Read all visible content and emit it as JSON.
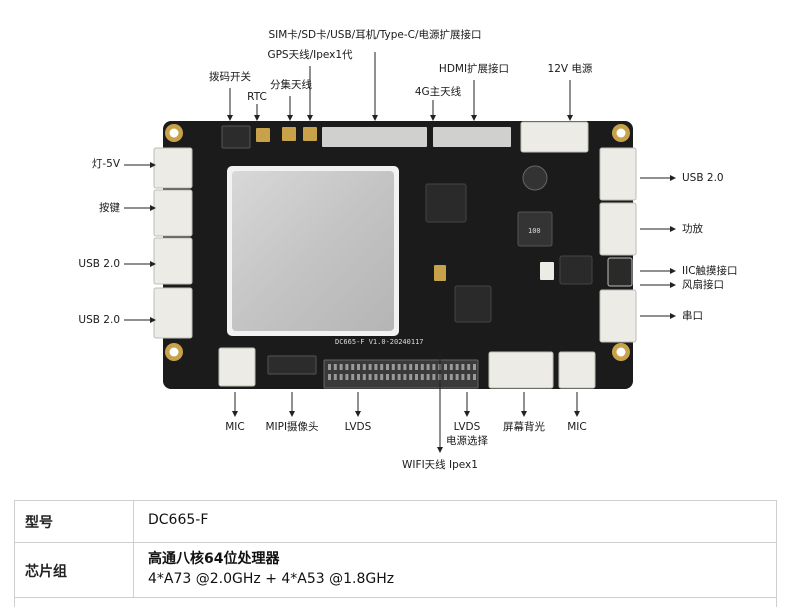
{
  "callouts": {
    "top": {
      "sim": "SIM卡/SD卡/USB/耳机/Type-C/电源扩展接口",
      "gps": "GPS天线/Ipex1代",
      "hdmi": "HDMI扩展接口",
      "power12v": "12V 电源",
      "dip": "拨码开关",
      "rtc": "RTC",
      "diversity": "分集天线",
      "ant4g": "4G主天线"
    },
    "left": {
      "light": "灯-5V",
      "keys": "按键",
      "usb_a": "USB 2.0",
      "usb_b": "USB 2.0"
    },
    "right": {
      "usb": "USB 2.0",
      "amp": "功放",
      "iic": "IIC触摸接口",
      "fan": "风扇接口",
      "serial": "串口"
    },
    "bottom": {
      "mic_l": "MIC",
      "mipi": "MIPI摄像头",
      "lvds": "LVDS",
      "lvds_pwr_1": "LVDS",
      "lvds_pwr_2": "电源选择",
      "backlight": "屏幕背光",
      "mic_r": "MIC",
      "wifi": "WIFI天线 Ipex1"
    }
  },
  "board_silk": {
    "cap": "100",
    "model_line": "DC665-F V1.0-20240117"
  },
  "spec_table": [
    {
      "key": "型号",
      "value": [
        "DC665-F"
      ]
    },
    {
      "key": "芯片组",
      "value": [
        "高通八核64位处理器",
        "4*A73 @2.0GHz + 4*A53 @1.8GHz"
      ]
    }
  ],
  "colors": {
    "board": "#1b1b1b",
    "shield": "#c9c9c9",
    "connector": "#ecebe6",
    "gold": "#c8a24a"
  }
}
